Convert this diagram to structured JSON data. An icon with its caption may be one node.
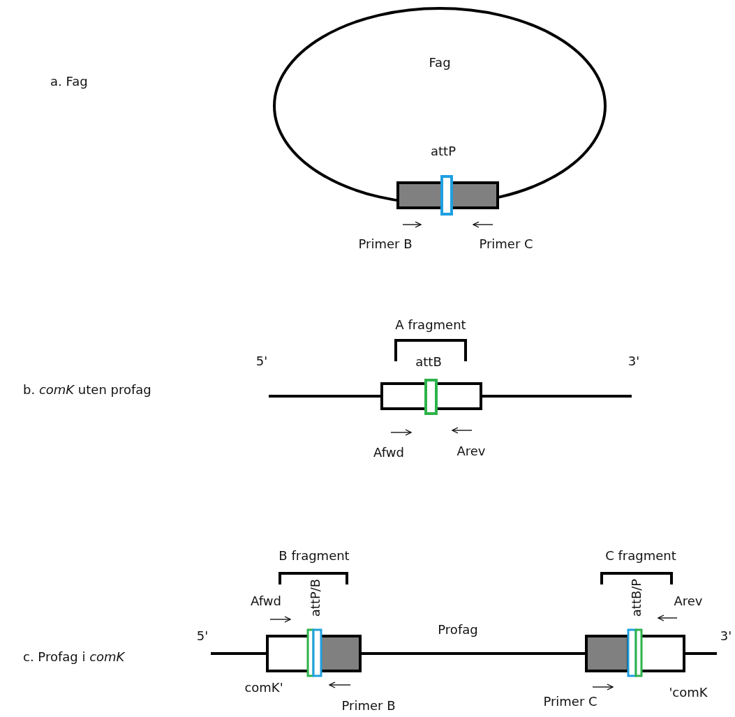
{
  "diagram": {
    "labels": [
      "a. Fag",
      "Fag",
      "attP",
      "Primer B",
      "Primer C",
      "A fragment",
      "5'",
      "attB",
      "3'",
      "b. *comK* uten profag",
      "Afwd",
      "Arev",
      "B fragment",
      "C fragment",
      "Afwd",
      "attP/B",
      "attB/P",
      "Arev",
      "5'",
      "Profag",
      "3'",
      "c. Profag i *comK*",
      "comK'",
      "'comK",
      "Primer C",
      "Primer B"
    ]
  }
}
